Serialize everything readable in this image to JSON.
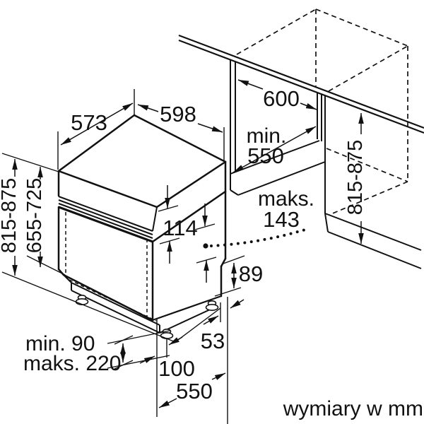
{
  "diagram": {
    "caption": "wymiary w mm",
    "labels": {
      "depth_top": "573",
      "width_top": "598",
      "niche_width": "600",
      "niche_depth_min_word": "min.",
      "niche_depth_min_value": "550",
      "height_left_outer": "815-875",
      "height_left_inner": "655-725",
      "panel_height": "114",
      "door_max_word": "maks.",
      "door_max_value": "143",
      "base_step": "89",
      "niche_height_right": "815-875",
      "plinth_min": "min. 90",
      "plinth_max": "maks. 220",
      "rear_offset": "53",
      "foot_offset": "100",
      "base_depth": "550"
    }
  }
}
